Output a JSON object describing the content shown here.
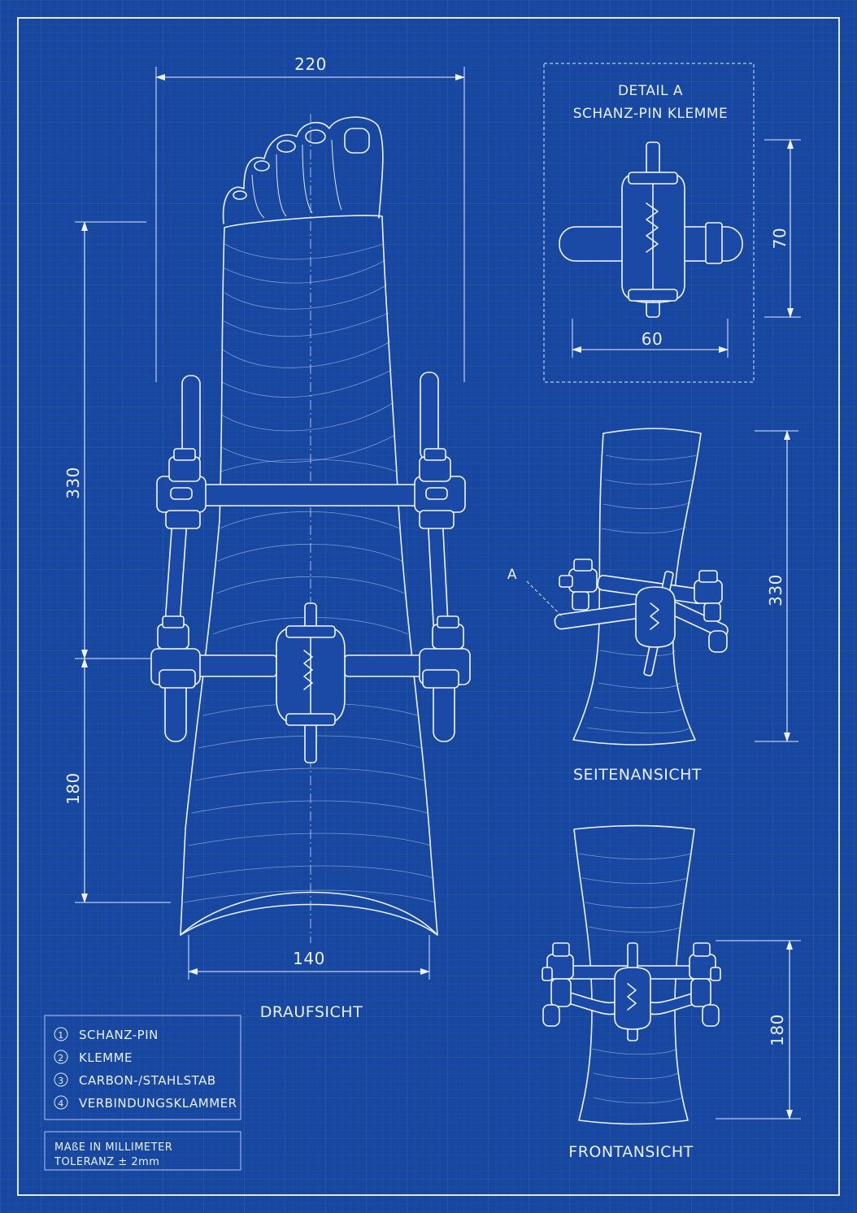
{
  "dimensions": {
    "width_top": "220",
    "height_cast": "330",
    "height_lower": "180",
    "width_bottom": "140",
    "detail_height": "70",
    "detail_width": "60",
    "side_height": "330",
    "front_height": "180"
  },
  "views": {
    "top": "DRAUFSICHT",
    "side": "SEITENANSICHT",
    "front": "FRONTANSICHT",
    "detail_title": "DETAIL A",
    "detail_subtitle": "SCHANZ-PIN KLEMME",
    "detail_marker": "A"
  },
  "legend": [
    {
      "num": "1",
      "label": "SCHANZ-PIN"
    },
    {
      "num": "2",
      "label": "KLEMME"
    },
    {
      "num": "3",
      "label": "CARBON-/STAHLSTAB"
    },
    {
      "num": "4",
      "label": "VERBINDUNGSKLAMMER"
    }
  ],
  "notes": {
    "units": "MAßE IN MILLIMETER",
    "tolerance": "TOLERANZ ± 2mm"
  },
  "colors": {
    "background": "#1847a0",
    "line": "#eaf2ff"
  }
}
